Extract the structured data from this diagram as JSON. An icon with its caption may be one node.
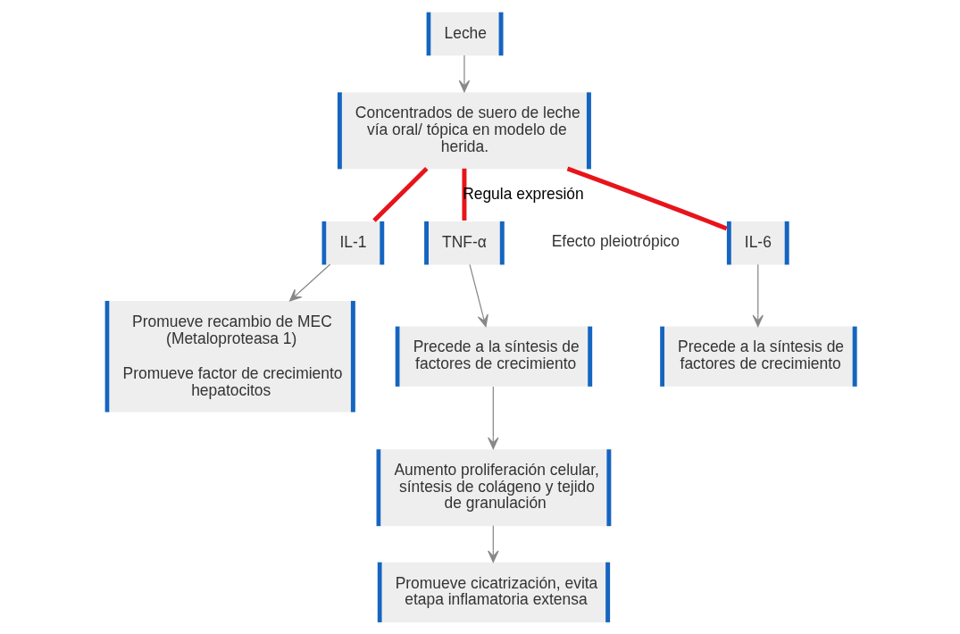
{
  "diagram": {
    "nodes": [
      {
        "text": [
          "Leche"
        ]
      },
      {
        "text": [
          "Concentrados de suero de leche vía oral/ tópica en modelo de herida."
        ]
      },
      {
        "text": [
          "IL-1"
        ]
      },
      {
        "text": [
          "TNF-α"
        ]
      },
      {
        "text": [
          "IL-6"
        ]
      },
      {
        "text": [
          "Promueve recambio de MEC (Metaloproteasa 1)",
          "Promueve factor de crecimiento hepatocitos"
        ]
      },
      {
        "text": [
          "Precede a la síntesis de factores de crecimiento"
        ]
      },
      {
        "text": [
          "Precede a la síntesis de factores de crecimiento"
        ]
      },
      {
        "text": [
          "Aumento proliferación celular, síntesis de colágeno y tejido de granulación"
        ]
      },
      {
        "text": [
          "Promueve cicatrización, evita etapa inflamatoria extensa"
        ]
      }
    ],
    "edges": [
      {
        "from": 0,
        "to": 1,
        "arrow": "to"
      },
      {
        "from": 1,
        "to": 2,
        "arrow": "none",
        "style": "thick",
        "color": "#e8141b"
      },
      {
        "from": 1,
        "to": 3,
        "arrow": "none",
        "style": "thick",
        "color": "#e8141b",
        "label": "Regula expresión"
      },
      {
        "from": 1,
        "to": 4,
        "arrow": "none",
        "style": "thick",
        "color": "#e8141b"
      },
      {
        "from": 2,
        "to": 5,
        "arrow": "to"
      },
      {
        "from": 3,
        "to": 6,
        "arrow": "to"
      },
      {
        "from": 4,
        "to": 7,
        "arrow": "to"
      },
      {
        "from": 6,
        "to": 8,
        "arrow": "to"
      },
      {
        "from": 8,
        "to": 9,
        "arrow": "to"
      }
    ],
    "labels": [
      "Efecto pleiotrópico"
    ]
  }
}
